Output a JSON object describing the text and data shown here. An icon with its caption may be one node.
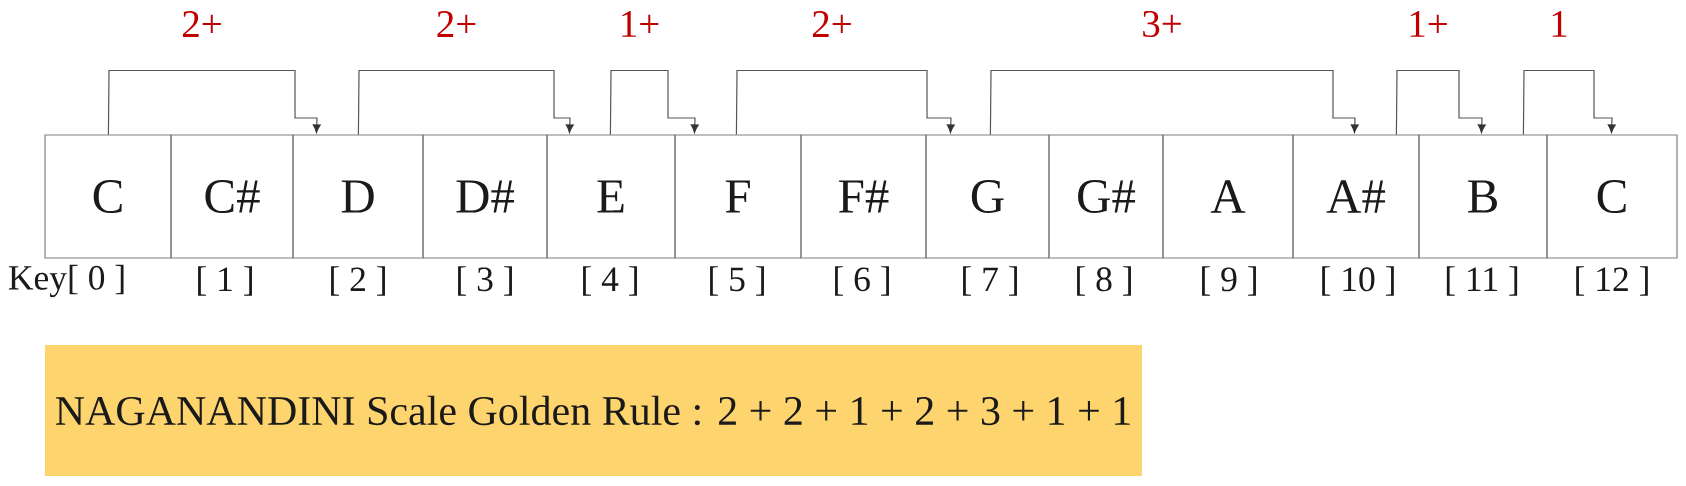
{
  "diagram": {
    "nodes": [
      {
        "text": [
          "C"
        ],
        "beside": [
          "Key[ 0 ]"
        ]
      },
      {
        "text": [
          "C#"
        ],
        "beside": [
          "[ 1 ]"
        ]
      },
      {
        "text": [
          "D"
        ],
        "beside": [
          "[ 2 ]"
        ]
      },
      {
        "text": [
          "D#"
        ],
        "beside": [
          "[ 3 ]"
        ]
      },
      {
        "text": [
          "E"
        ],
        "beside": [
          "[ 4 ]"
        ]
      },
      {
        "text": [
          "F"
        ],
        "beside": [
          "[ 5 ]"
        ]
      },
      {
        "text": [
          "F#"
        ],
        "beside": [
          "[ 6 ]"
        ]
      },
      {
        "text": [
          "G"
        ],
        "beside": [
          "[ 7 ]"
        ]
      },
      {
        "text": [
          "G#"
        ],
        "beside": [
          "[ 8 ]"
        ]
      },
      {
        "text": [
          "A"
        ],
        "beside": [
          "[ 9 ]"
        ]
      },
      {
        "text": [
          "A#"
        ],
        "beside": [
          "[ 10 ]"
        ]
      },
      {
        "text": [
          "B"
        ],
        "beside": [
          "[ 11 ]"
        ]
      },
      {
        "text": [
          "C"
        ],
        "beside": [
          "[ 12 ]"
        ]
      },
      {
        "text": [
          "NAGANANDINI Scale Golden Rule : 2 + 2 + 1 + 2 + 3 + 1 + 1"
        ]
      }
    ],
    "edges": [
      {
        "from": 0,
        "to": 2,
        "arrow": "to",
        "label": "2+"
      },
      {
        "from": 2,
        "to": 4,
        "arrow": "to",
        "label": "2+"
      },
      {
        "from": 4,
        "to": 5,
        "arrow": "to",
        "label": "1+"
      },
      {
        "from": 5,
        "to": 7,
        "arrow": "to",
        "label": "2+"
      },
      {
        "from": 7,
        "to": 10,
        "arrow": "to",
        "label": "3+"
      },
      {
        "from": 10,
        "to": 11,
        "arrow": "to",
        "label": "1+"
      },
      {
        "from": 11,
        "to": 12,
        "arrow": "to",
        "label": "1"
      }
    ]
  }
}
